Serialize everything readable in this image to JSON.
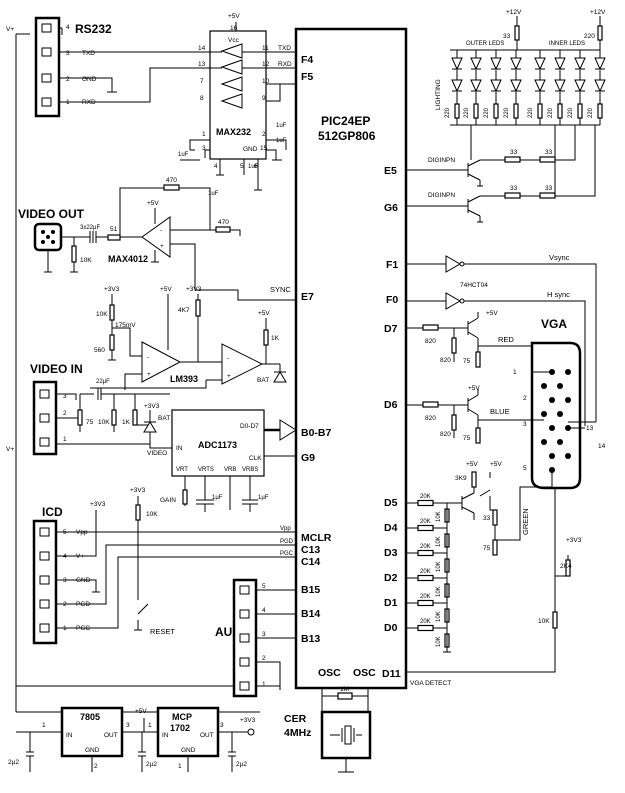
{
  "title": "",
  "power": {
    "p5": "+5V",
    "p12": "+12V",
    "p33": "+3V3"
  },
  "rs232": {
    "title": "RS232",
    "vplus": "V+",
    "pins": [
      {
        "n": "4",
        "name": ""
      },
      {
        "n": "3",
        "name": "TXD"
      },
      {
        "n": "2",
        "name": "GND"
      },
      {
        "n": "1",
        "name": "RXD"
      }
    ]
  },
  "max232": {
    "name": "MAX232",
    "vcc": "Vcc",
    "gnd": "GND",
    "pins": {
      "p16": "16",
      "p14": "14",
      "p13": "13",
      "p7": "7",
      "p8": "8",
      "p11": "11",
      "p12": "12",
      "p10": "10",
      "p9": "9",
      "p15": "15",
      "p1": "1",
      "p3": "3",
      "p4": "4",
      "p5": "5",
      "p6": "6",
      "p2": "2"
    },
    "txd": "TXD",
    "rxd": "RXD",
    "cap": "1uF"
  },
  "video_out": {
    "title": "VIDEO OUT",
    "c": "3x22µF",
    "r51": "51",
    "r10k": "10K",
    "opamp": "MAX4012",
    "r470a": "470",
    "r470b": "470"
  },
  "video_in": {
    "title": "VIDEO IN",
    "pins": [
      "3",
      "2",
      "1"
    ],
    "vplus": "V+",
    "c22": "22µF",
    "r75": "75",
    "r10k": "10K",
    "r1k": "1K",
    "bat": "BAT",
    "video": "VIDEO"
  },
  "comp": {
    "name": "LM393",
    "r10k": "10K",
    "mv": "175mV",
    "r560": "560",
    "r4k7": "4K7",
    "r1k": "1K",
    "bat": "BAT",
    "sync": "SYNC"
  },
  "adc": {
    "name": "ADC1173",
    "in": "IN",
    "d": "D0-D7",
    "clk": "CLK",
    "vrt": "VRT",
    "vrts": "VRTS",
    "vrb": "VRB",
    "vrbs": "VRBS",
    "gain": "GAIN",
    "cap": "1µF"
  },
  "icd": {
    "title": "ICD",
    "pins": [
      {
        "n": "5",
        "name": "Vpp"
      },
      {
        "n": "4",
        "name": "V+"
      },
      {
        "n": "3",
        "name": "GND"
      },
      {
        "n": "2",
        "name": "PGD"
      },
      {
        "n": "1",
        "name": "PGC"
      }
    ],
    "r10k": "10K",
    "reset": "RESET",
    "vpp": "Vpp",
    "pgd": "PGD",
    "pgc": "PGC"
  },
  "aux": {
    "title": "AUX",
    "pins": [
      "5",
      "4",
      "3",
      "2",
      "1"
    ]
  },
  "mcu": {
    "line1": "PIC24EP",
    "line2": "512GP806",
    "left": {
      "f4": "F4",
      "f5": "F5",
      "e7": "E7",
      "b0b7": "B0-B7",
      "g9": "G9",
      "mclr": "MCLR",
      "c13": "C13",
      "c14": "C14",
      "b15": "B15",
      "b14": "B14",
      "b13": "B13"
    },
    "right": {
      "e5": "E5",
      "g6": "G6",
      "f1": "F1",
      "f0": "F0",
      "d7": "D7",
      "d6": "D6",
      "d5": "D5",
      "d4": "D4",
      "d3": "D3",
      "d2": "D2",
      "d1": "D1",
      "d0": "D0",
      "d11": "D11"
    },
    "osc": "OSC",
    "osc2": "OSC"
  },
  "lighting": {
    "label": "LIGHTING",
    "outer": "OUTER LEDS",
    "inner": "INNER LEDS",
    "r33": "33",
    "r220": "220",
    "r220s": [
      "220",
      "220",
      "220",
      "220",
      "220",
      "220",
      "220",
      "220"
    ]
  },
  "drivers": {
    "t": "DIGINPN",
    "r33": "33"
  },
  "sync": {
    "gate": "74HCT04",
    "v": "Vsync",
    "h": "H sync"
  },
  "vga": {
    "title": "VGA",
    "red": "RED",
    "blue": "BLUE",
    "green": "GREEN",
    "r820": "820",
    "r75": "75",
    "r20k": "20K",
    "r10k": "10K",
    "r3k9": "3K9",
    "r33": "33",
    "pins": [
      "1",
      "2",
      "3",
      "5",
      "13",
      "14"
    ],
    "r2k4": "2K4",
    "detect": "VGA DETECT"
  },
  "osc": {
    "title": "CER",
    "freq": "4MHz",
    "r": "1M"
  },
  "reg": {
    "r1": "7805",
    "r2a": "MCP",
    "r2b": "1702",
    "in": "IN",
    "out": "OUT",
    "gnd": "GND",
    "c": "2µ2",
    "p1": "1",
    "p2": "2",
    "p3": "3"
  }
}
